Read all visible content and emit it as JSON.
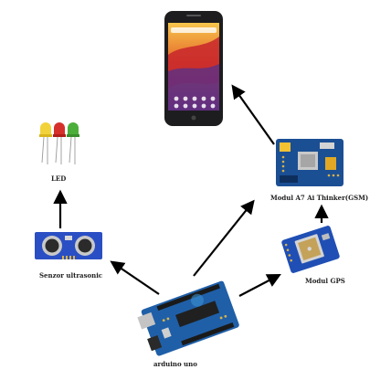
{
  "diagram": {
    "nodes": {
      "phone": {
        "label": ""
      },
      "led": {
        "label": "LED"
      },
      "gsm": {
        "label": "Modul A7 Ai Thinker(GSM)"
      },
      "ultrasonic": {
        "label": "Senzor ultrasonic"
      },
      "gps": {
        "label": "Modul GPS"
      },
      "arduino": {
        "label": "arduino uno"
      }
    },
    "edges": [
      {
        "from": "gsm",
        "to": "phone"
      },
      {
        "from": "arduino",
        "to": "gsm"
      },
      {
        "from": "gps",
        "to": "gsm"
      },
      {
        "from": "arduino",
        "to": "gps"
      },
      {
        "from": "arduino",
        "to": "ultrasonic"
      },
      {
        "from": "ultrasonic",
        "to": "led"
      }
    ],
    "colors": {
      "arrow": "#000000",
      "board_blue": "#1f5fa8",
      "gsm_blue": "#1b4f94",
      "sensor_blue": "#2a4fc4",
      "phone_body": "#1d1d1f"
    }
  }
}
